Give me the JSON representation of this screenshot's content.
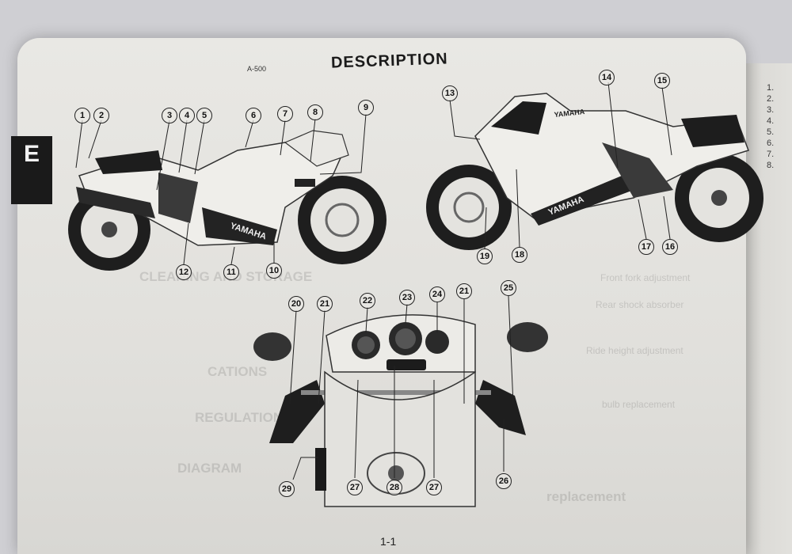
{
  "tab_label": "E",
  "title": "DESCRIPTION",
  "ref_code": "A-500",
  "page_number": "1-1",
  "brand": "YAMAHA",
  "callouts": [
    "1",
    "2",
    "3",
    "4",
    "5",
    "6",
    "7",
    "8",
    "9",
    "10",
    "11",
    "12",
    "13",
    "14",
    "15",
    "16",
    "17",
    "18",
    "19",
    "20",
    "21",
    "22",
    "23",
    "24",
    "21",
    "25",
    "26",
    "27",
    "28",
    "27",
    "29"
  ],
  "next_page_items": [
    "1.",
    "2.",
    "3.",
    "4.",
    "5.",
    "6.",
    "7.",
    "8."
  ],
  "ghost_text": {
    "cleaning": "CLEANING AND STORAGE",
    "fork": "Front fork adjustment",
    "shock": "Rear shock absorber",
    "height": "Ride height adjustment",
    "cations": "CATIONS",
    "regulation": "REGULATION",
    "diagram": "DIAGRAM",
    "replacement": "replacement",
    "bulb": "bulb replacement"
  },
  "colors": {
    "page": "#e6e5e1",
    "ink": "#1b1b1b",
    "tab": "#1a1a1a"
  }
}
